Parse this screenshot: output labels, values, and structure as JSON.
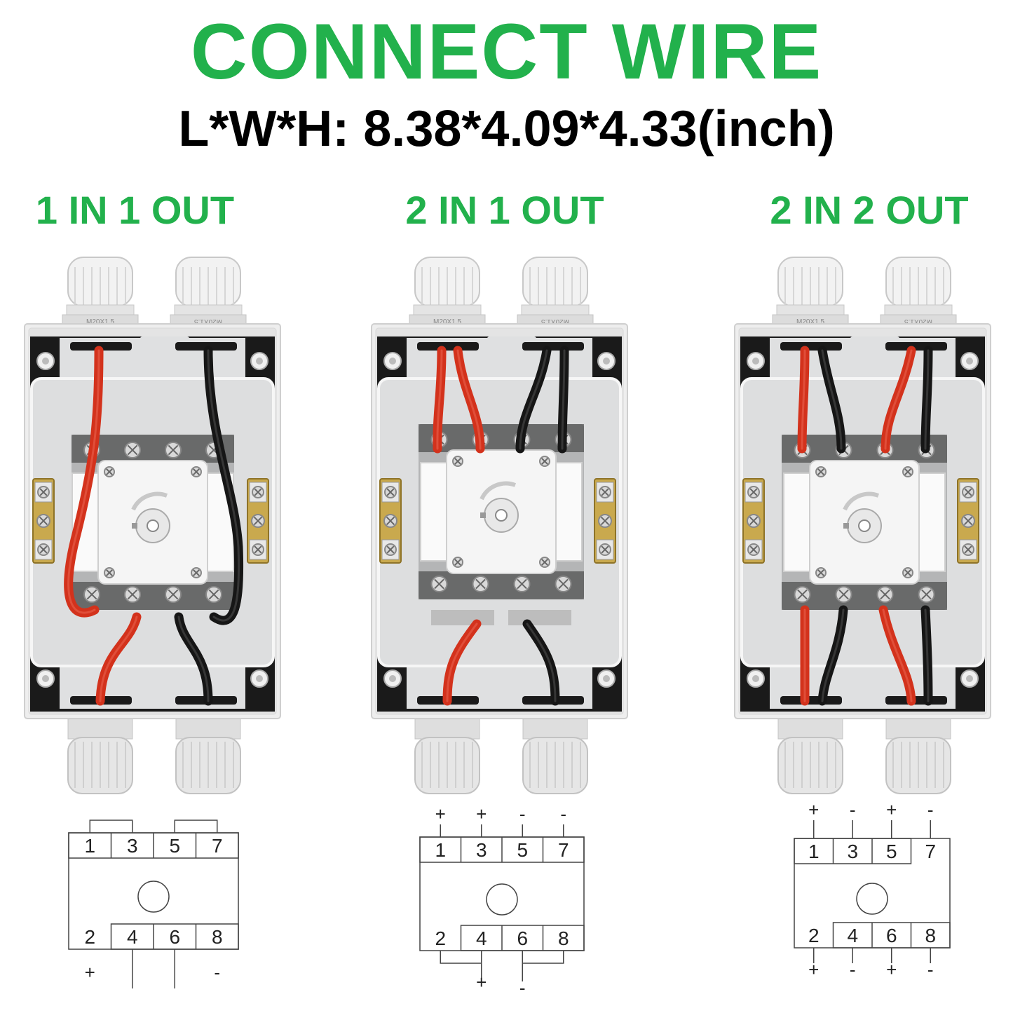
{
  "header": {
    "title": "CONNECT WIRE",
    "dimensions": "L*W*H: 8.38*4.09*4.33(inch)"
  },
  "colors": {
    "accent": "#22b14c",
    "red_wire": "#d3321c",
    "black_wire": "#161616",
    "enclosure": "#e9eaeb"
  },
  "gland_label": "M20X1.5",
  "configs": [
    {
      "title": "1 IN 1 OUT",
      "top_terminals": [
        "1",
        "3",
        "5",
        "7"
      ],
      "bottom_terminals": [
        "2",
        "4",
        "6",
        "8"
      ],
      "top_signs": [
        "",
        "",
        "",
        ""
      ],
      "bottom_signs": [
        "+",
        "",
        "",
        "-"
      ]
    },
    {
      "title": "2 IN 1 OUT",
      "top_terminals": [
        "1",
        "3",
        "5",
        "7"
      ],
      "bottom_terminals": [
        "2",
        "4",
        "6",
        "8"
      ],
      "top_signs": [
        "+",
        "+",
        "-",
        "-"
      ],
      "bottom_signs": [
        "+",
        "-"
      ]
    },
    {
      "title": "2 IN 2 OUT",
      "top_terminals": [
        "1",
        "3",
        "5",
        "7"
      ],
      "bottom_terminals": [
        "2",
        "4",
        "6",
        "8"
      ],
      "top_signs": [
        "+",
        "-",
        "+",
        "-"
      ],
      "bottom_signs": [
        "+",
        "-",
        "+",
        "-"
      ]
    }
  ]
}
